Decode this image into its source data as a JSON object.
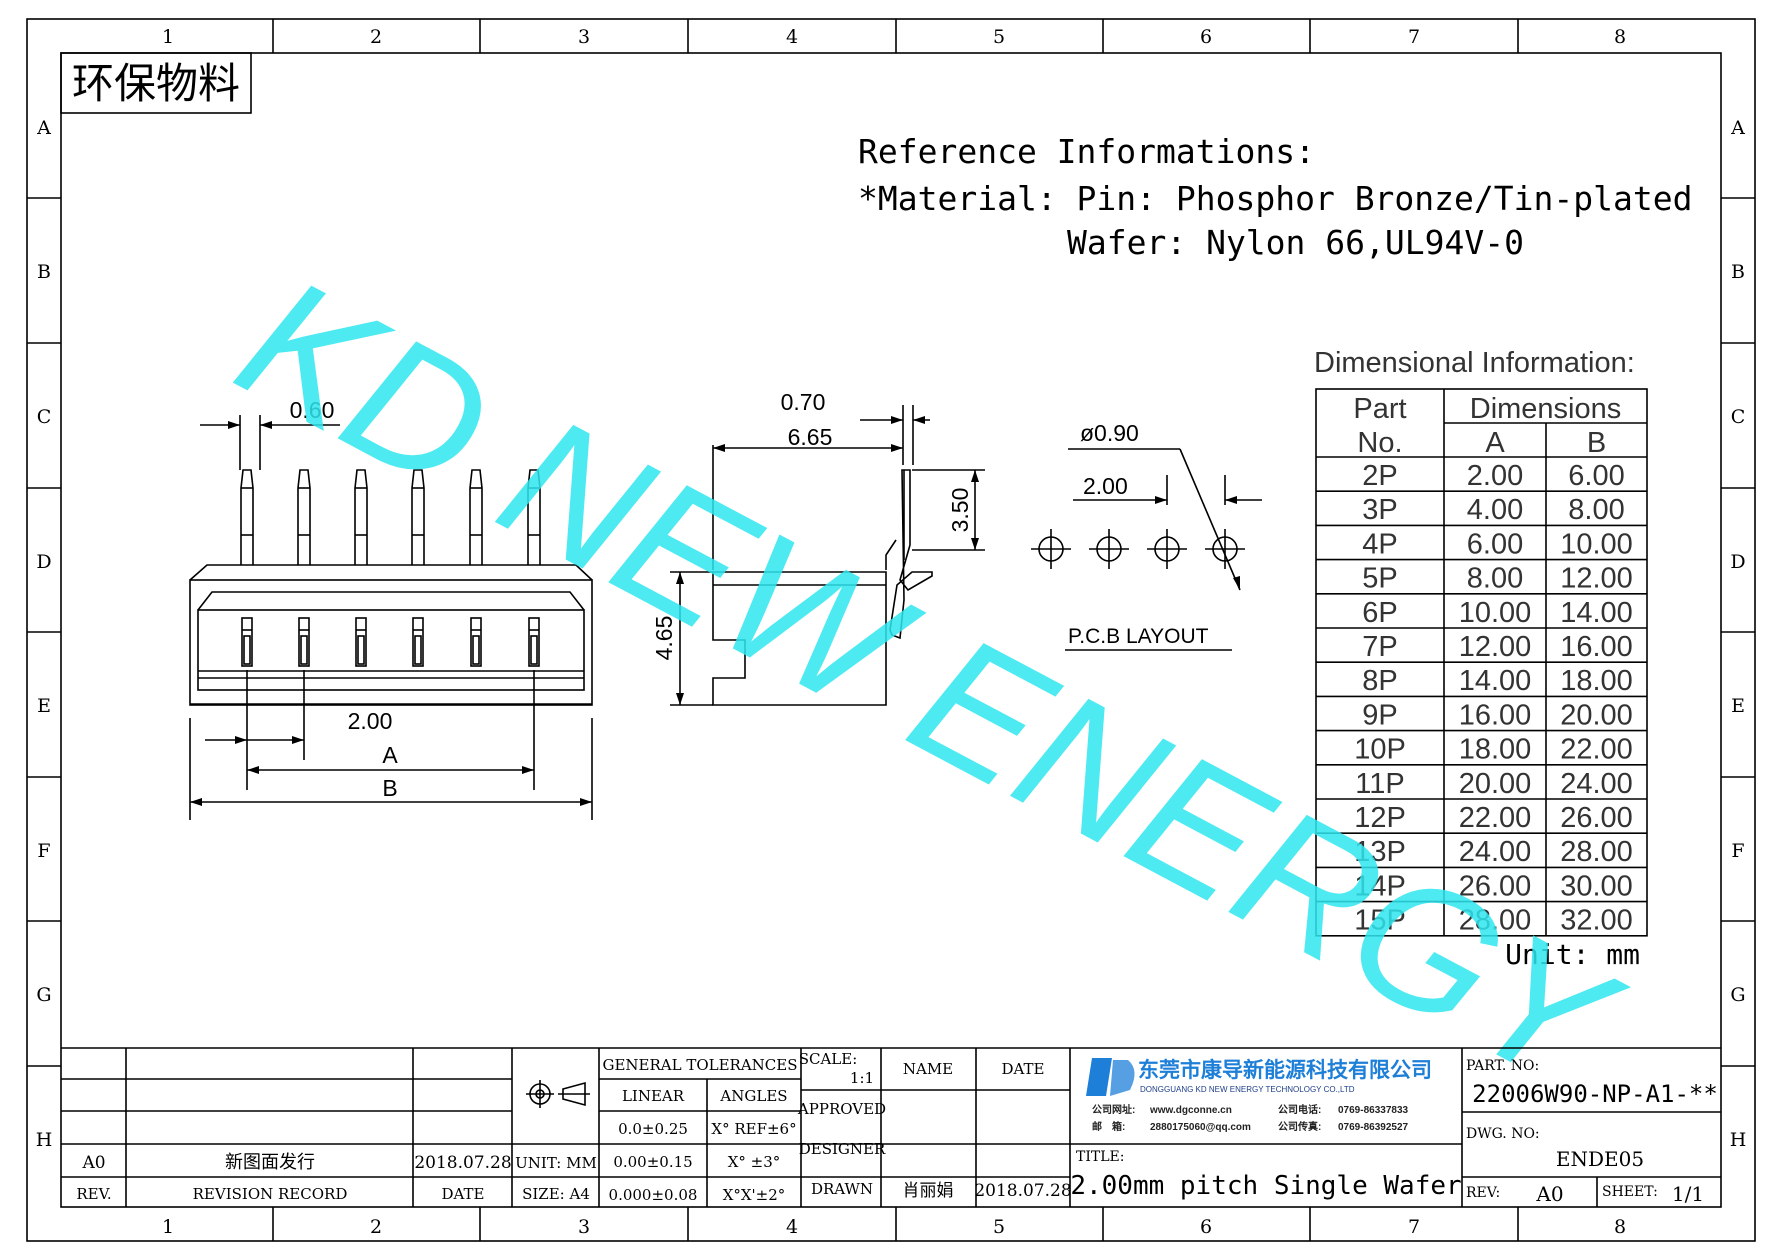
{
  "frame": {
    "columns": [
      "1",
      "2",
      "3",
      "4",
      "5",
      "6",
      "7",
      "8"
    ],
    "rows": [
      "A",
      "B",
      "C",
      "D",
      "E",
      "F",
      "G",
      "H"
    ]
  },
  "eco_label": "环保物料",
  "reference": {
    "heading": "Reference Informations:",
    "line1": "*Material: Pin: Phosphor Bronze/Tin-plated",
    "line2": "Wafer: Nylon 66,UL94V-0"
  },
  "watermark": "KD NEW ENERGY",
  "front_view": {
    "dim_pin_width": "0.60",
    "dim_pitch": "2.00",
    "dim_a": "A",
    "dim_b": "B"
  },
  "side_view": {
    "dim_pin_thk": "0.70",
    "dim_depth": "6.65",
    "dim_pin_len": "3.50",
    "dim_height": "4.65"
  },
  "pcb": {
    "dim_hole": "ø0.90",
    "dim_pitch": "2.00",
    "label": "P.C.B  LAYOUT"
  },
  "dim_table": {
    "title": "Dimensional Information:",
    "header_part": "Part",
    "header_no": "No.",
    "header_dims": "Dimensions",
    "header_a": "A",
    "header_b": "B",
    "rows": [
      {
        "part": "2P",
        "a": "2.00",
        "b": "6.00"
      },
      {
        "part": "3P",
        "a": "4.00",
        "b": "8.00"
      },
      {
        "part": "4P",
        "a": "6.00",
        "b": "10.00"
      },
      {
        "part": "5P",
        "a": "8.00",
        "b": "12.00"
      },
      {
        "part": "6P",
        "a": "10.00",
        "b": "14.00"
      },
      {
        "part": "7P",
        "a": "12.00",
        "b": "16.00"
      },
      {
        "part": "8P",
        "a": "14.00",
        "b": "18.00"
      },
      {
        "part": "9P",
        "a": "16.00",
        "b": "20.00"
      },
      {
        "part": "10P",
        "a": "18.00",
        "b": "22.00"
      },
      {
        "part": "11P",
        "a": "20.00",
        "b": "24.00"
      },
      {
        "part": "12P",
        "a": "22.00",
        "b": "26.00"
      },
      {
        "part": "13P",
        "a": "24.00",
        "b": "28.00"
      },
      {
        "part": "14P",
        "a": "26.00",
        "b": "30.00"
      },
      {
        "part": "15P",
        "a": "28.00",
        "b": "32.00"
      }
    ],
    "unit": "Unit: mm"
  },
  "title_block": {
    "rev_value": "A0",
    "revision_text": "新图面发行",
    "revision_date": "2018.07.28",
    "rev_label": "REV.",
    "revision_record_label": "REVISION RECORD",
    "date_label": "DATE",
    "unit": "UNIT: MM",
    "size": "SIZE: A4",
    "general_tolerances": "GENERAL TOLERANCES",
    "linear": "LINEAR",
    "angles": "ANGLES",
    "tol_1": "0.0±0.25",
    "tol_2": "0.00±0.15",
    "tol_3": "0.000±0.08",
    "ang_1": "X° REF±6°",
    "ang_2": "X° ±3°",
    "ang_3": "X°X'±2°",
    "scale_label": "SCALE:",
    "scale_value": "1:1",
    "approved": "APPROVED",
    "designer": "DESIGNER",
    "drawn": "DRAWN",
    "name_label": "NAME",
    "date_label2": "DATE",
    "drawn_name": "肖丽娟",
    "drawn_date": "2018.07.28",
    "company_cn": "东莞市康导新能源科技有限公司",
    "company_en": "DONGGUANG KD NEW ENERGY TECHNOLOGY CO.,LTD",
    "company_web_label": "公司网址:",
    "company_web": "www.dgconne.cn",
    "company_phone_label": "公司电话:",
    "company_phone": "0769-86337833",
    "company_mail_label": "邮　箱:",
    "company_mail": "2880175060@qq.com",
    "company_fax_label": "公司传真:",
    "company_fax": "0769-86392527",
    "title_label": "TITLE:",
    "title_value": "2.00mm pitch Single Wafer",
    "part_no_label": "PART. NO:",
    "part_no_value": "22006W90-NP-A1-**",
    "dwg_no_label": "DWG. NO:",
    "dwg_no_value": "ENDE05",
    "rev_label2": "REV:",
    "rev_value2": "A0",
    "sheet_label": "SHEET:",
    "sheet_value": "1/1"
  },
  "colors": {
    "watermark": "#2ee6f0",
    "logo": "#1e7fd8"
  }
}
